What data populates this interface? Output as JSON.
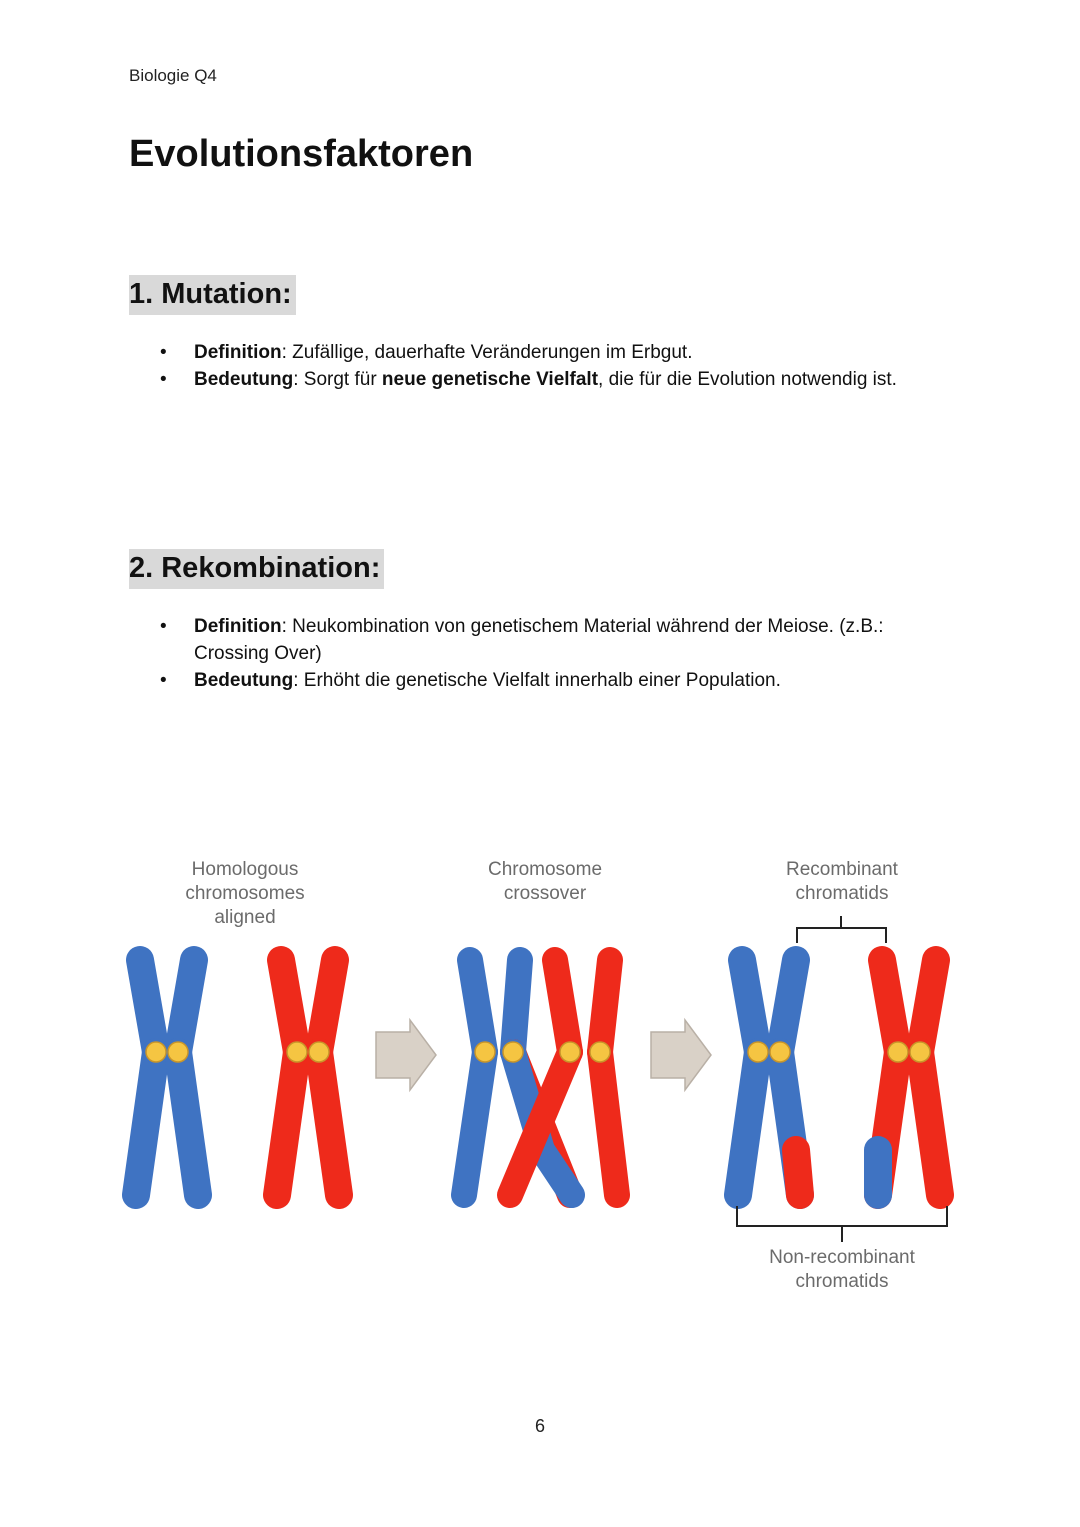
{
  "header": {
    "text": "Biologie Q4"
  },
  "title": "Evolutionsfaktoren",
  "sections": [
    {
      "heading": "1. Mutation:",
      "items": [
        {
          "term": "Definition",
          "parts": [
            ": Zufällige, dauerhafte Veränderungen im Erbgut."
          ]
        },
        {
          "term": "Bedeutung",
          "parts": [
            ": Sorgt für ",
            "neue genetische Vielfalt",
            ", die für die Evolution notwendig ist."
          ]
        }
      ]
    },
    {
      "heading": "2. Rekombination:",
      "items": [
        {
          "term": "Definition",
          "parts": [
            ": Neukombination von genetischem Material während der Meiose. (z.B.: Crossing Over)"
          ]
        },
        {
          "term": "Bedeutung",
          "parts": [
            ": Erhöht die genetische Vielfalt innerhalb einer Population."
          ]
        }
      ]
    }
  ],
  "bullet": "•",
  "diagram": {
    "labels": {
      "homologous": [
        "Homologous",
        "chromosomes",
        "aligned"
      ],
      "crossover": [
        "Chromosome",
        "crossover"
      ],
      "recombinant": [
        "Recombinant",
        "chromatids"
      ],
      "non_recombinant": [
        "Non-recombinant",
        "chromatids"
      ]
    },
    "colors": {
      "blue": "#3f73c2",
      "red": "#ee2a1b",
      "centromere": "#f5c542",
      "arrow": "#d9d1c7"
    }
  },
  "page_number": "6"
}
